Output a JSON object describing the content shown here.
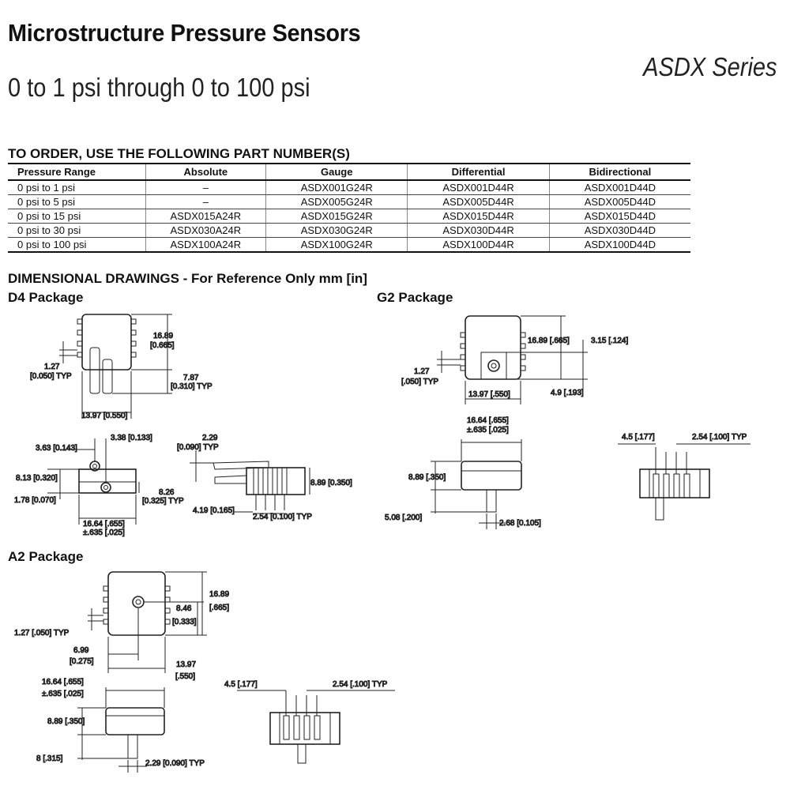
{
  "header": {
    "title": "Microstructure Pressure Sensors",
    "subtitle": "0 to 1 psi through 0 to 100 psi",
    "series": "ASDX Series"
  },
  "order": {
    "heading": "TO ORDER, USE THE FOLLOWING PART NUMBER(S)",
    "columns": [
      "Pressure Range",
      "Absolute",
      "Gauge",
      "Differential",
      "Bidirectional"
    ],
    "rows": [
      [
        "0 psi to 1 psi",
        "–",
        "ASDX001G24R",
        "ASDX001D44R",
        "ASDX001D44D"
      ],
      [
        "0 psi to 5 psi",
        "–",
        "ASDX005G24R",
        "ASDX005D44R",
        "ASDX005D44D"
      ],
      [
        "0 psi to 15 psi",
        "ASDX015A24R",
        "ASDX015G24R",
        "ASDX015D44R",
        "ASDX015D44D"
      ],
      [
        "0 psi to 30 psi",
        "ASDX030A24R",
        "ASDX030G24R",
        "ASDX030D44R",
        "ASDX030D44D"
      ],
      [
        "0 psi to 100 psi",
        "ASDX100A24R",
        "ASDX100G24R",
        "ASDX100D44R",
        "ASDX100D44D"
      ]
    ]
  },
  "drawings": {
    "heading": "DIMENSIONAL DRAWINGS - For Reference Only mm [in]",
    "d4": {
      "label": "D4 Package",
      "dims": {
        "h": "16.89",
        "h_in": "[0.665]",
        "pitch": "1.27",
        "pitch_in": "[0.050] TYP",
        "port": "7.87",
        "port_in": "[0.310] TYP",
        "width": "13.97 [0.550]",
        "a": "3.63 [0.143]",
        "b": "3.38 [0.133]",
        "c": "8.13 [0.320]",
        "d": "1.78 [0.070]",
        "e": "8.26",
        "e_in": "[0.325] TYP",
        "f": "16.64 [.655]",
        "f_tol": "±.635 [.025]",
        "g": "2.29",
        "g_in": "[0.090] TYP",
        "k": "8.89 [0.350]",
        "m": "4.19 [0.165]",
        "n": "2.54 [0.100] TYP"
      }
    },
    "g2": {
      "label": "G2 Package",
      "dims": {
        "h": "16.89 [.665]",
        "p": "3.15 [.124]",
        "pitch": "1.27",
        "pitch_in": "[.050] TYP",
        "width": "13.97 [.550]",
        "q": "4.9 [.193]",
        "f": "16.64 [.655]",
        "f_tol": "±.635 [.025]",
        "k": "8.89 [.350]",
        "r": "5.08 [.200]",
        "s": "2.68 [0.105]",
        "t": "4.5 [.177]",
        "n": "2.54 [.100] TYP"
      }
    },
    "a2": {
      "label": "A2 Package",
      "dims": {
        "h": "16.89",
        "h_in": "[.665]",
        "u": "8.46",
        "u_in": "[0.333]",
        "pitch": "1.27 [.050] TYP",
        "v": "6.99",
        "v_in": "[0.275]",
        "w": "13.97",
        "w_in": "[.550]",
        "f": "16.64 [.655]",
        "f_tol": "±.635 [.025]",
        "k": "8.89 [.350]",
        "x": "8 [.315]",
        "y": "2.29 [0.090] TYP",
        "t": "4.5 [.177]",
        "n": "2.54 [.100] TYP"
      }
    }
  }
}
